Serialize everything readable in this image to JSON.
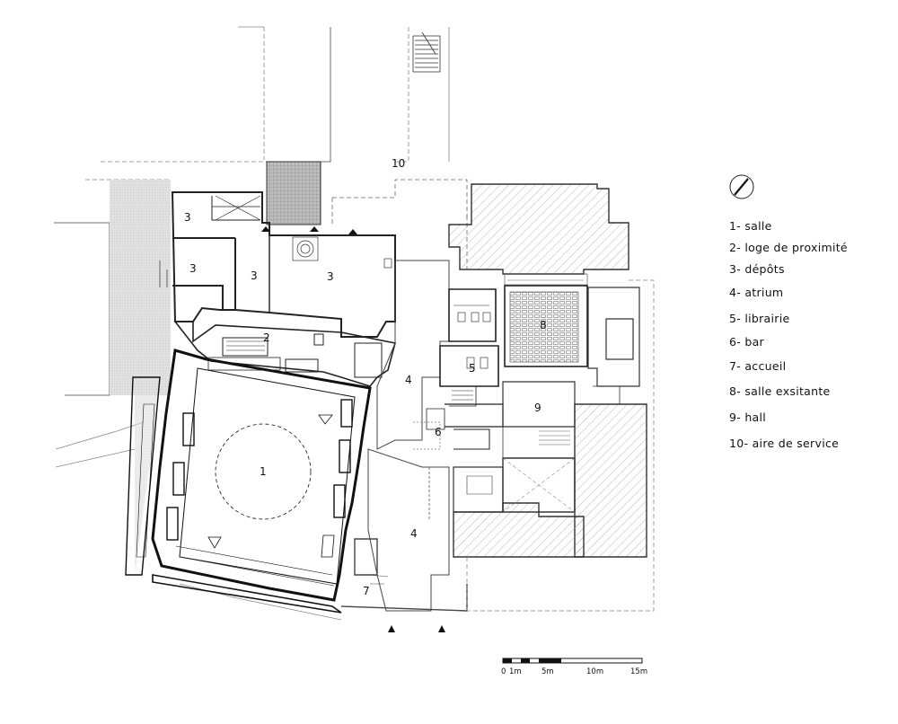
{
  "room_labels": {
    "salle": "1",
    "loge_de_proximite": "2",
    "depot_a": "3",
    "depot_b": "3",
    "depot_c": "3",
    "depot_d": "3",
    "atrium_north": "4",
    "atrium_south": "4",
    "librairie": "5",
    "bar": "6",
    "accueil": "7",
    "salle_existante": "8",
    "hall": "9",
    "aire_de_service": "10"
  },
  "legend": [
    "1- salle",
    "2- loge de proximité",
    "3- dépôts",
    "4- atrium",
    "5- librairie",
    "6- bar",
    "7- accueil",
    "8- salle exsitante",
    "9- hall",
    "10- aire de service"
  ],
  "scale_bar": {
    "ticks": [
      "0",
      "1m",
      "5m",
      "10m",
      "15m"
    ]
  },
  "north_arrow": "north-arrow-icon"
}
